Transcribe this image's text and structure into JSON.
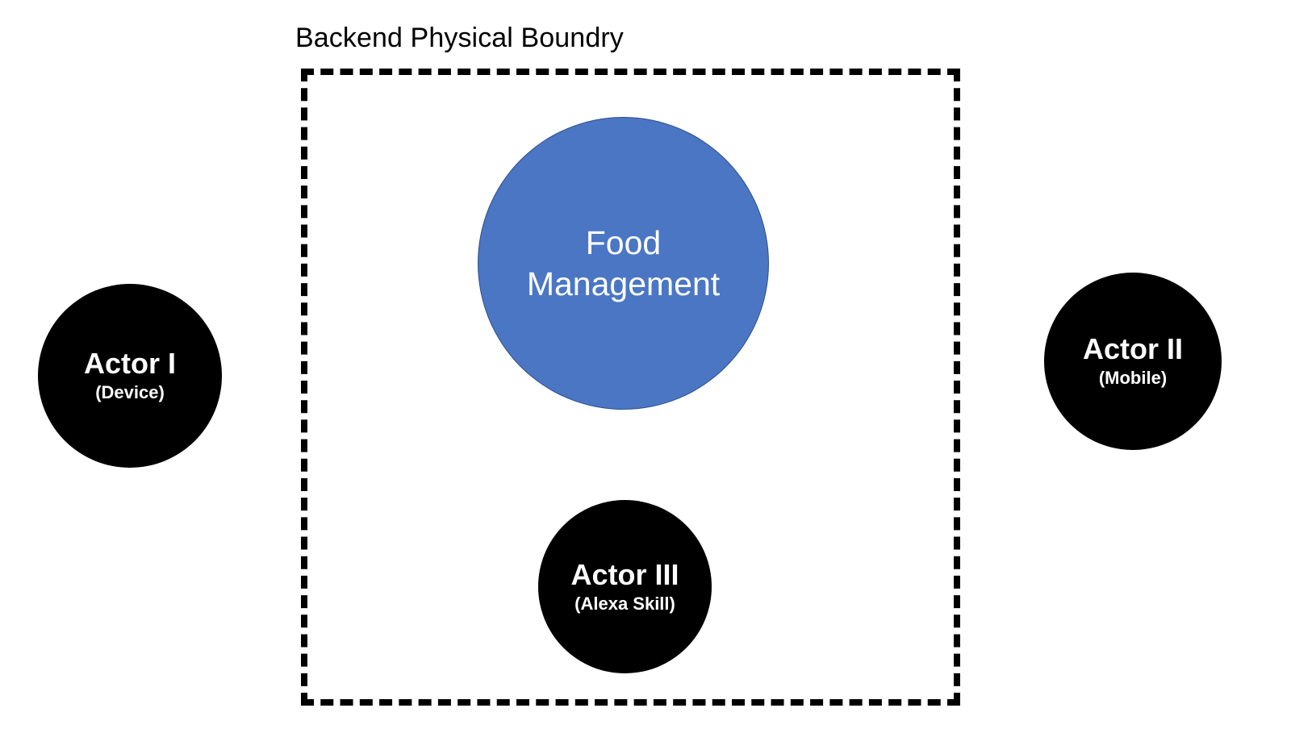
{
  "diagram": {
    "title": "Backend Physical Boundry",
    "background_color": "#ffffff",
    "boundary": {
      "label": "Backend Physical Boundry",
      "style": "dashed",
      "stroke_color": "#000000"
    },
    "nodes": [
      {
        "id": "food-management",
        "title": "Food Management",
        "subtitle": "",
        "shape": "circle",
        "fill_color": "#4a76c4",
        "text_color": "#ffffff",
        "inside_boundary": true
      },
      {
        "id": "actor-1",
        "title": "Actor I",
        "subtitle": "(Device)",
        "shape": "circle",
        "fill_color": "#000000",
        "text_color": "#ffffff",
        "inside_boundary": false
      },
      {
        "id": "actor-2",
        "title": "Actor II",
        "subtitle": "(Mobile)",
        "shape": "circle",
        "fill_color": "#000000",
        "text_color": "#ffffff",
        "inside_boundary": false
      },
      {
        "id": "actor-3",
        "title": "Actor III",
        "subtitle": "(Alexa Skill)",
        "shape": "circle",
        "fill_color": "#000000",
        "text_color": "#ffffff",
        "inside_boundary": true
      }
    ]
  }
}
